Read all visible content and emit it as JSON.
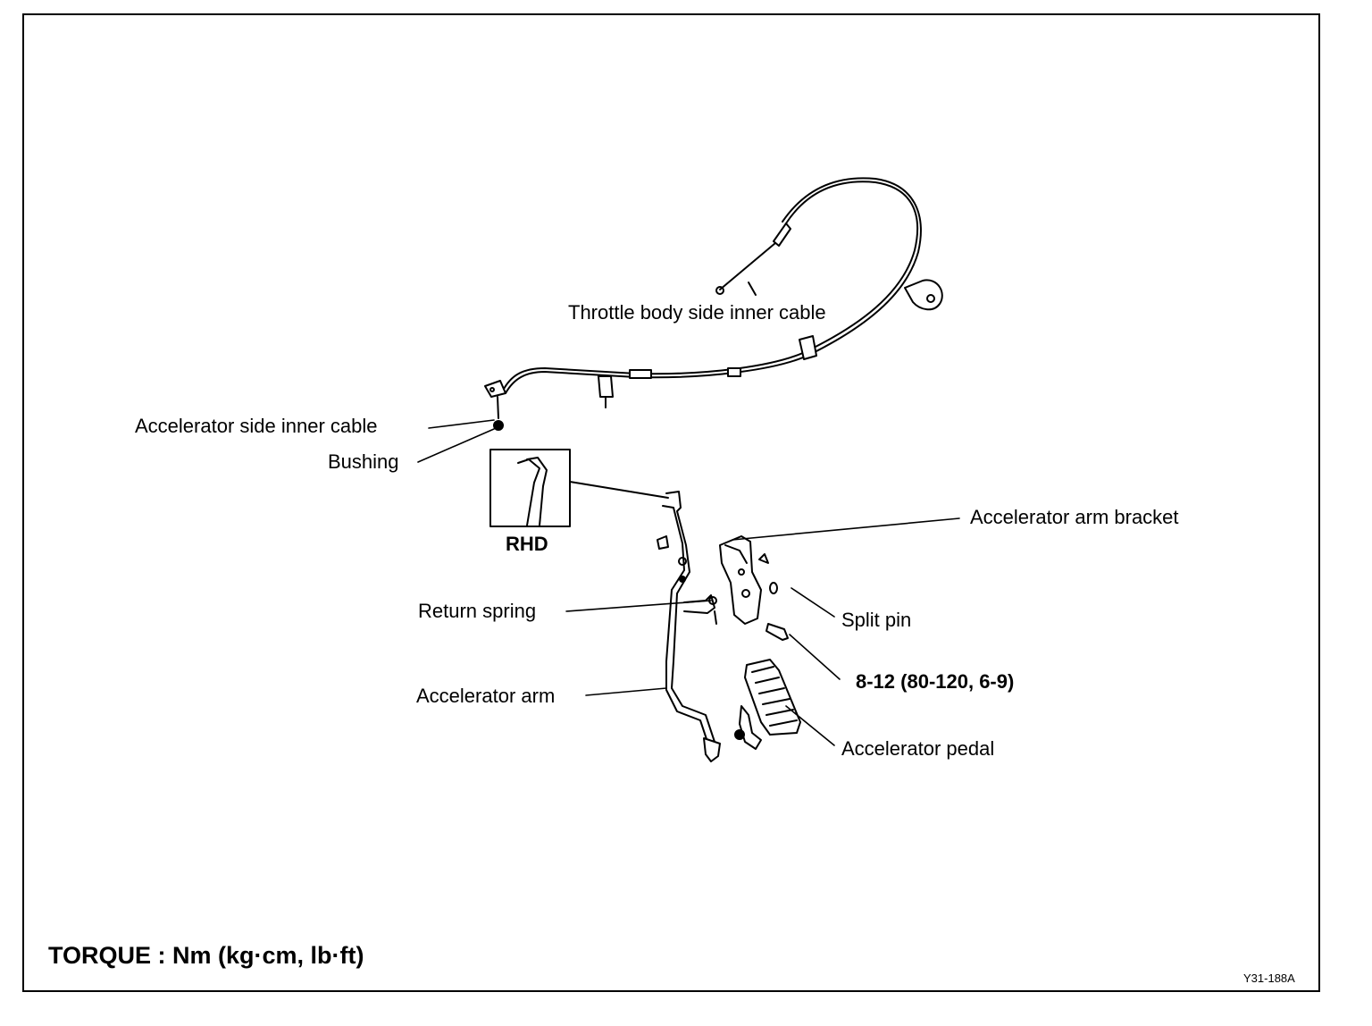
{
  "labels": {
    "throttle_cable": "Throttle body side inner cable",
    "accel_cable": "Accelerator side inner cable",
    "bushing": "Bushing",
    "rhd": "RHD",
    "arm_bracket": "Accelerator arm bracket",
    "return_spring": "Return spring",
    "split_pin": "Split pin",
    "bolt_torque": "8-12 (80-120, 6-9)",
    "accel_arm": "Accelerator arm",
    "accel_pedal": "Accelerator pedal"
  },
  "footer": {
    "torque_unit": "TORQUE : Nm (kg·cm, lb·ft)",
    "figure_code": "Y31-188A"
  }
}
